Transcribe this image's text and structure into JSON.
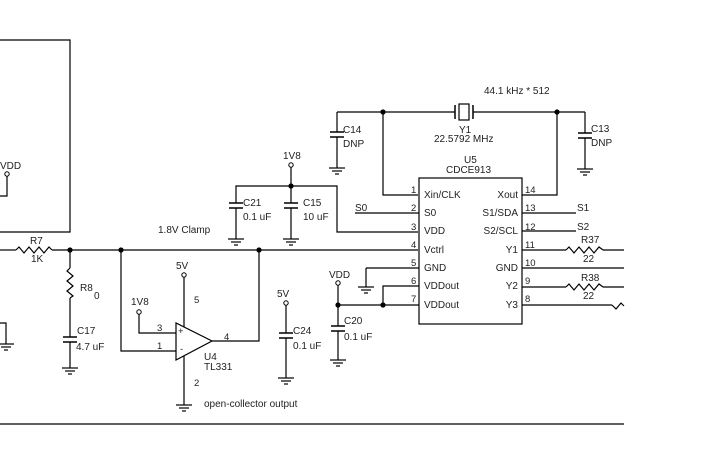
{
  "labels": {
    "left_vdd": "VDD",
    "clamp": "1.8V Clamp",
    "open_collector": "open-collector output",
    "freq_note": "44.1 kHz * 512"
  },
  "crystal": {
    "ref": "Y1",
    "value": "22.5792 MHz"
  },
  "ic_u5": {
    "ref": "U5",
    "part": "CDCE913",
    "left_pins": [
      {
        "num": "1",
        "name": "Xin/CLK"
      },
      {
        "num": "2",
        "name": "S0"
      },
      {
        "num": "3",
        "name": "VDD"
      },
      {
        "num": "4",
        "name": "Vctrl"
      },
      {
        "num": "5",
        "name": "GND"
      },
      {
        "num": "6",
        "name": "VDDout"
      },
      {
        "num": "7",
        "name": "VDDout"
      }
    ],
    "right_pins": [
      {
        "num": "14",
        "name": "Xout"
      },
      {
        "num": "13",
        "name": "S1/SDA"
      },
      {
        "num": "12",
        "name": "S2/SCL"
      },
      {
        "num": "11",
        "name": "Y1"
      },
      {
        "num": "10",
        "name": "GND"
      },
      {
        "num": "9",
        "name": "Y2"
      },
      {
        "num": "8",
        "name": "Y3"
      }
    ]
  },
  "comparator_u4": {
    "ref": "U4",
    "part": "TL331",
    "pins": {
      "plus": "3",
      "minus": "1",
      "out": "4",
      "vcc": "5",
      "gnd": "2"
    },
    "plus_sym": "+",
    "minus_sym": "-"
  },
  "capacitors": {
    "C14": {
      "ref": "C14",
      "value": "DNP"
    },
    "C13": {
      "ref": "C13",
      "value": "DNP"
    },
    "C21": {
      "ref": "C21",
      "value": "0.1 uF"
    },
    "C15": {
      "ref": "C15",
      "value": "10 uF"
    },
    "C17": {
      "ref": "C17",
      "value": "4.7 uF"
    },
    "C24": {
      "ref": "C24",
      "value": "0.1 uF"
    },
    "C20": {
      "ref": "C20",
      "value": "0.1 uF"
    }
  },
  "resistors": {
    "R7": {
      "ref": "R7",
      "value": "1K"
    },
    "R8": {
      "ref": "R8",
      "value": "0"
    },
    "R37": {
      "ref": "R37",
      "value": "22"
    },
    "R38": {
      "ref": "R38",
      "value": "22"
    }
  },
  "power": {
    "v1v8_top": "1V8",
    "v1v8_cmp": "1V8",
    "v5_cmp": "5V",
    "v5_c24": "5V",
    "vdd_c20": "VDD"
  },
  "nets": {
    "s0": "S0",
    "s1": "S1",
    "s2": "S2"
  }
}
